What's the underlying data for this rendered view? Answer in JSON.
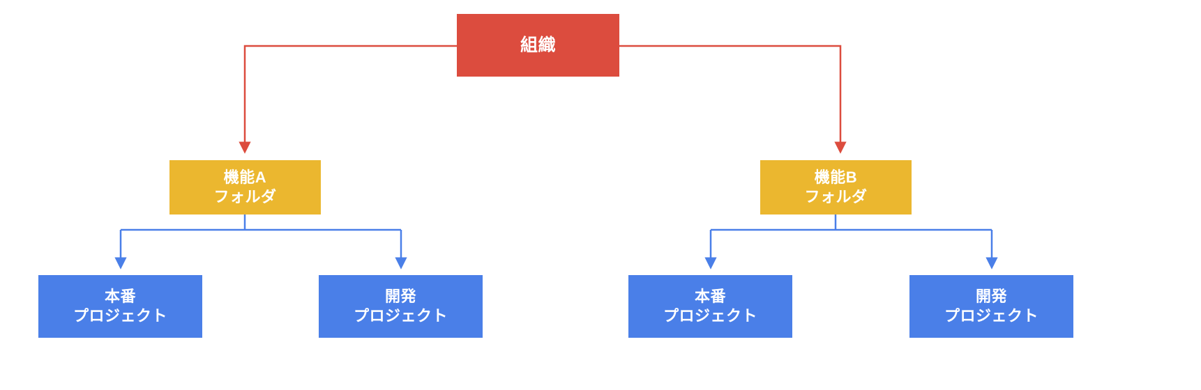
{
  "diagram": {
    "type": "tree",
    "orientation": "top-down",
    "background": "#ffffff",
    "colors": {
      "root": "#dc4c3e",
      "folder": "#ebb72f",
      "project": "#4a7fe8",
      "root_edge": "#dc4c3e",
      "project_edge": "#4a7fe8",
      "node_text": "#ffffff"
    },
    "root": {
      "label": "組織",
      "line1": "組織",
      "line2": ""
    },
    "folders": [
      {
        "id": "folder-a",
        "line1": "機能A",
        "line2": "フォルダ"
      },
      {
        "id": "folder-b",
        "line1": "機能B",
        "line2": "フォルダ"
      }
    ],
    "projects": [
      {
        "id": "project-a-production",
        "parent": "folder-a",
        "line1": "本番",
        "line2": "プロジェクト"
      },
      {
        "id": "project-a-development",
        "parent": "folder-a",
        "line1": "開発",
        "line2": "プロジェクト"
      },
      {
        "id": "project-b-production",
        "parent": "folder-b",
        "line1": "本番",
        "line2": "プロジェクト"
      },
      {
        "id": "project-b-development",
        "parent": "folder-b",
        "line1": "開発",
        "line2": "プロジェクト"
      }
    ]
  }
}
